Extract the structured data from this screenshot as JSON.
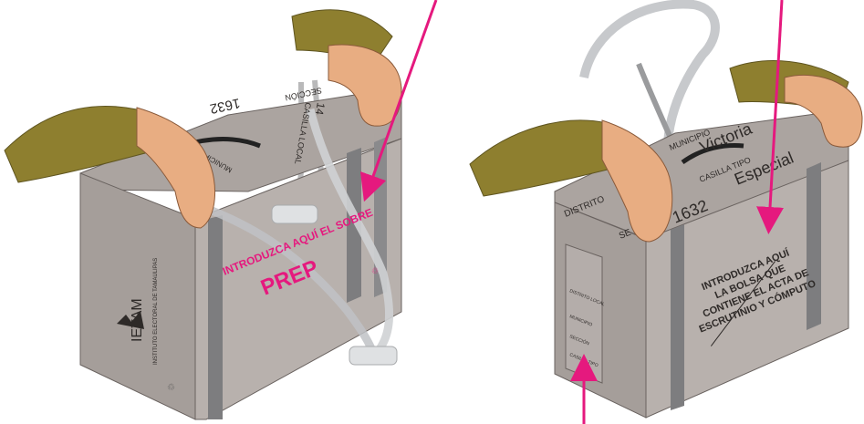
{
  "colors": {
    "box_top": "#aba4a0",
    "box_front": "#b8b1ad",
    "box_side": "#9d9692",
    "strap": "#7d7d7f",
    "strap_light": "#cfd1d4",
    "sleeve": "#8e7f2f",
    "skin": "#e8ad82",
    "arrow": "#e5197e",
    "label_pink": "#e5197e",
    "text_dark": "#2e2a28"
  },
  "left_box": {
    "top_labels": {
      "seccion": "SECCIÓN",
      "seccion_value": "1632",
      "casilla": "CASILLA LOCAL",
      "casilla_value": "14",
      "municipio": "MUNICIPIO"
    },
    "front_instruction_line1": "INTRODUZCA AQUÍ EL SOBRE",
    "front_instruction_line2": "PREP",
    "side_logo": "IETAM",
    "side_logo_sub": "INSTITUTO ELECTORAL DE TAMAULIPAS"
  },
  "right_box": {
    "top_labels": {
      "municipio": "MUNICIPIO",
      "municipio_value": "Victoria",
      "casilla_tipo": "CASILLA TIPO",
      "casilla_tipo_value": "Especial",
      "distrito": "DISTRITO",
      "seccion": "SE",
      "seccion_value": "1632"
    },
    "front_instruction": [
      "INTRODUZCA AQUÍ",
      "LA BOLSA QUE",
      "CONTIENE EL ACTA DE",
      "ESCRUTINIO Y CÓMPUTO"
    ],
    "side_label_fields": [
      "DISTRITO LOCAL",
      "MUNICIPIO",
      "SECCIÓN",
      "CASILLA TIPO"
    ]
  }
}
